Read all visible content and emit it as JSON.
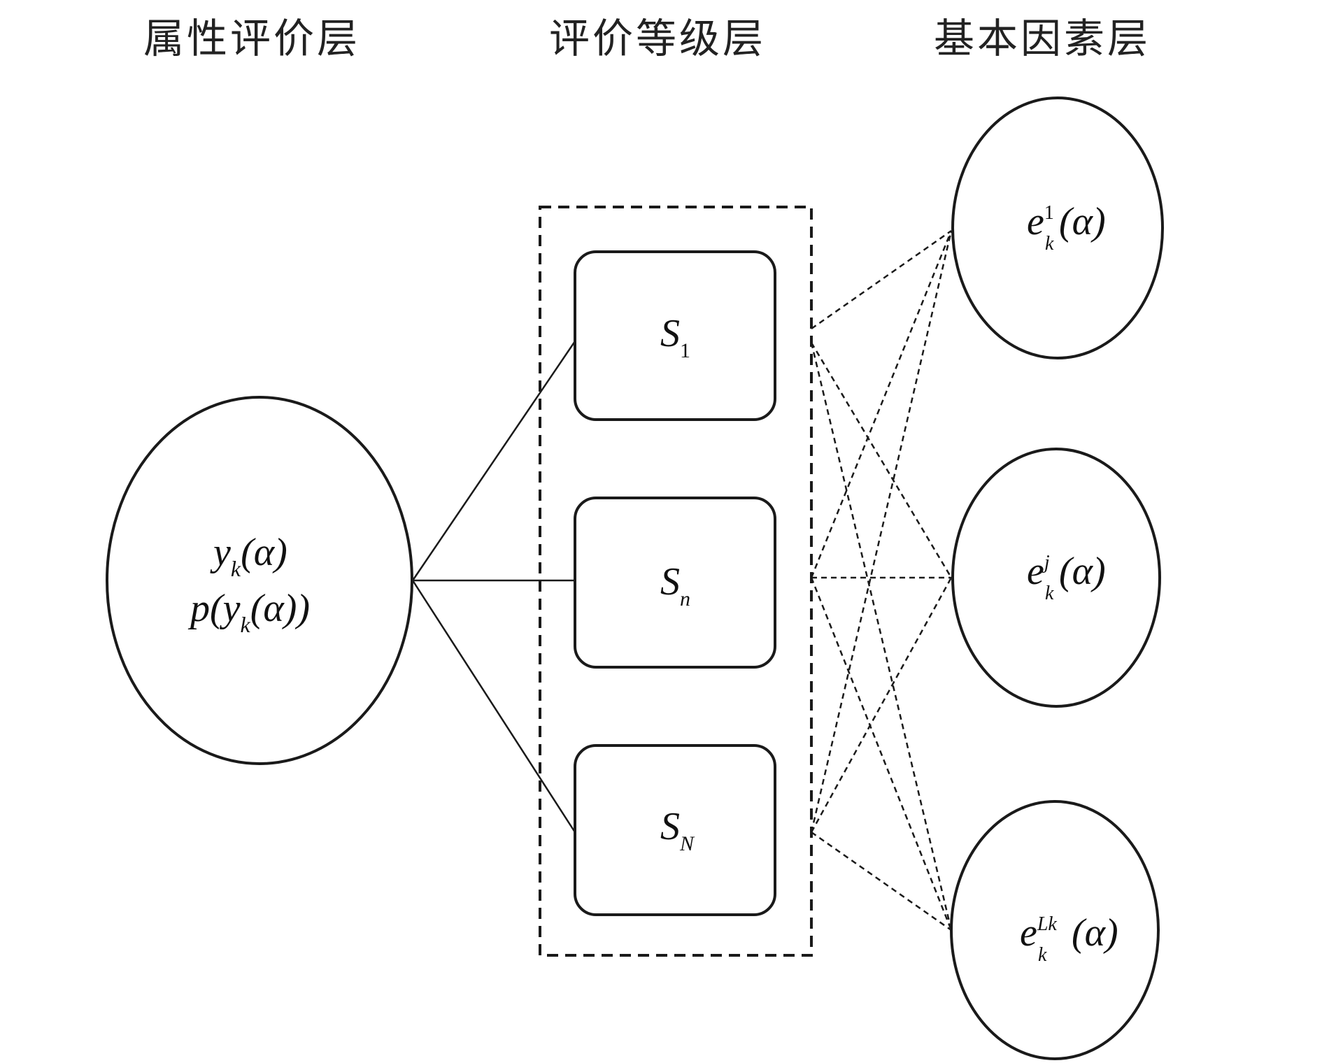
{
  "layers": {
    "attribute": "属性评价层",
    "grade": "评价等级层",
    "basic": "基本因素层"
  },
  "attribute_node": {
    "line1_main": "y",
    "line1_sub": "k",
    "line1_tail": "(α)",
    "line2_head": "p(y",
    "line2_sub": "k",
    "line2_tail": "(α))"
  },
  "grades": [
    {
      "id": "S1",
      "main": "S",
      "sub": "1"
    },
    {
      "id": "Sn",
      "main": "S",
      "sub": "n"
    },
    {
      "id": "SN",
      "main": "S",
      "sub": "N"
    }
  ],
  "factors": [
    {
      "id": "e1",
      "main": "e",
      "sup": "1",
      "sub": "k",
      "tail": "(α)"
    },
    {
      "id": "ej",
      "main": "e",
      "sup": "j",
      "sub": "k",
      "tail": "(α)"
    },
    {
      "id": "eLk",
      "main": "e",
      "sup": "Lk",
      "sub": "k",
      "tail": "(α)"
    }
  ]
}
